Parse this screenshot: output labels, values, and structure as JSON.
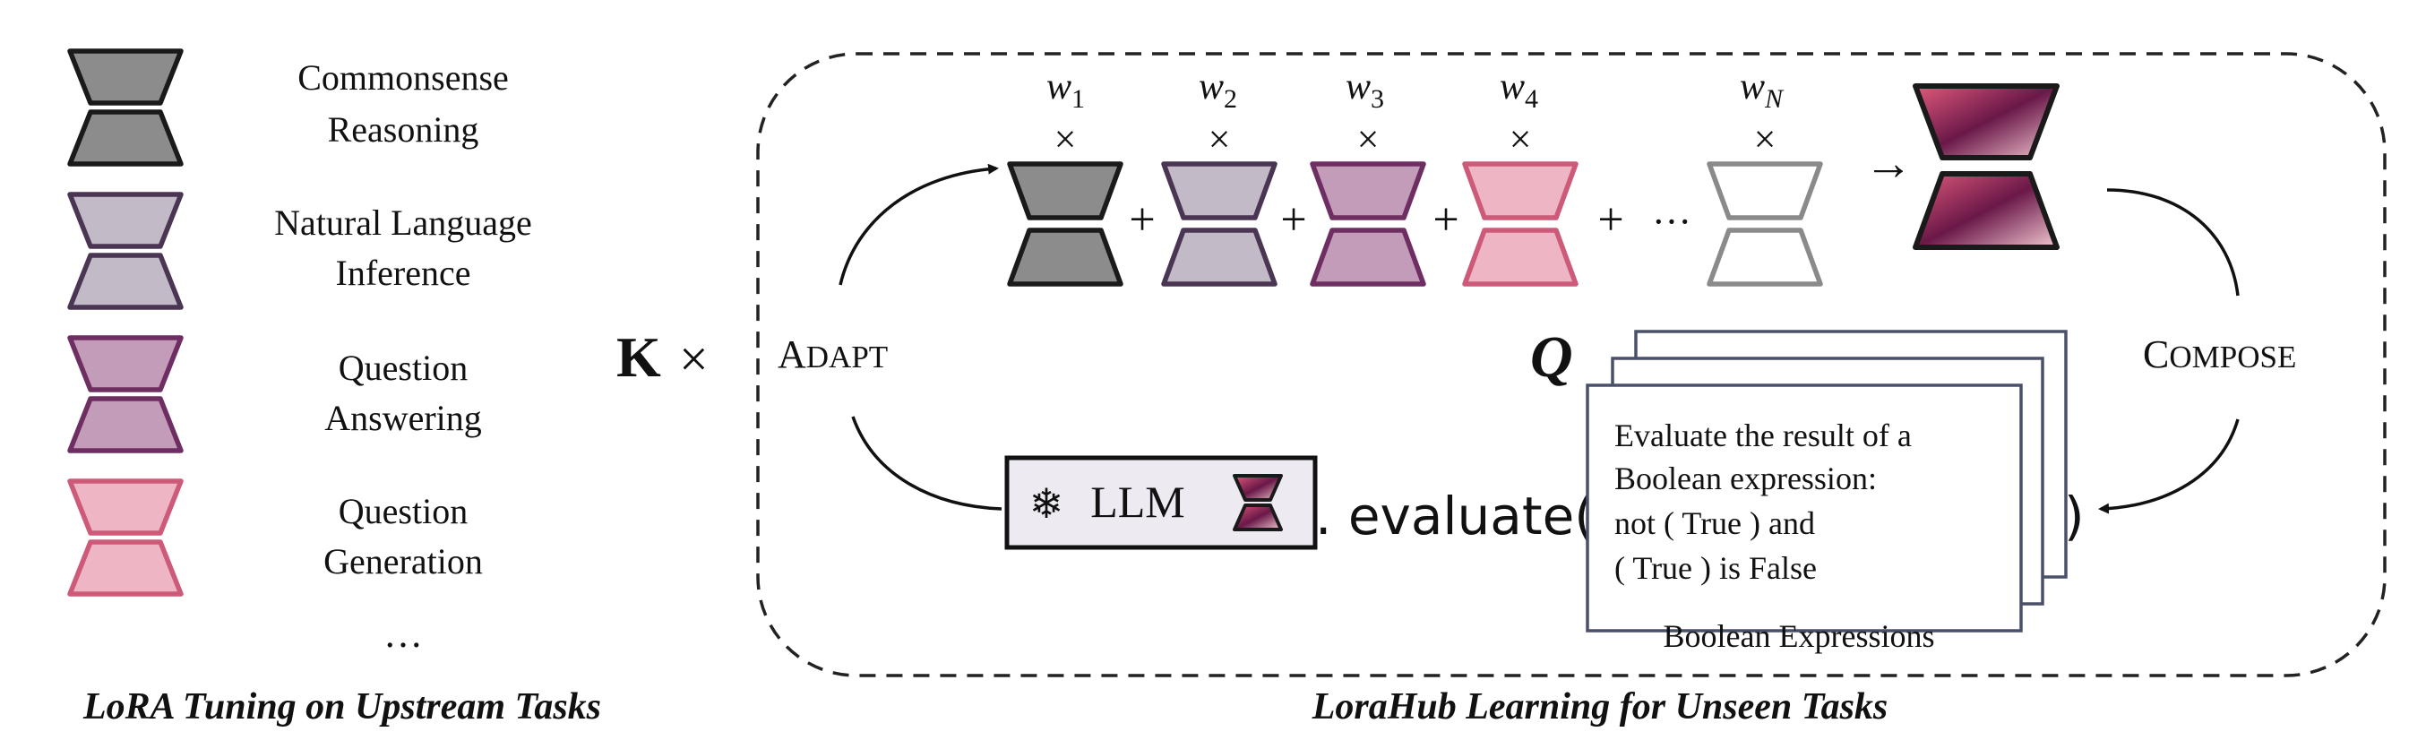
{
  "legend": {
    "items": [
      {
        "label_line1": "Commonsense",
        "label_line2": "Reasoning",
        "fill": "#8c8c8c",
        "stroke": "#1a1a1a"
      },
      {
        "label_line1": "Natural Language",
        "label_line2": "Inference",
        "fill": "#c3bac8",
        "stroke": "#4a3552"
      },
      {
        "label_line1": "Question",
        "label_line2": "Answering",
        "fill": "#c29cb8",
        "stroke": "#6e2e62"
      },
      {
        "label_line1": "Question",
        "label_line2": "Generation",
        "fill": "#eeb6c4",
        "stroke": "#cc5a78"
      }
    ],
    "ellipsis": "…",
    "caption": "LoRA Tuning on Upstream Tasks"
  },
  "multiplier": {
    "k": "K",
    "times": "×"
  },
  "hub": {
    "caption": "LoraHub Learning for Unseen Tasks",
    "adapt_label_big": "A",
    "adapt_label_small": "DAPT",
    "compose_label_big": "C",
    "compose_label_small": "OMPOSE",
    "weights": [
      {
        "base": "w",
        "sub": "1"
      },
      {
        "base": "w",
        "sub": "2"
      },
      {
        "base": "w",
        "sub": "3"
      },
      {
        "base": "w",
        "sub": "4"
      },
      {
        "base": "w",
        "sub": "N"
      }
    ],
    "times_symbol": "×",
    "plus_symbol": "+",
    "ellipsis": "···",
    "arrow": "→",
    "modules": [
      {
        "fill": "#8c8c8c",
        "stroke": "#1a1a1a"
      },
      {
        "fill": "#c3bac8",
        "stroke": "#4a3552"
      },
      {
        "fill": "#c29cb8",
        "stroke": "#6e2e62"
      },
      {
        "fill": "#eeb6c4",
        "stroke": "#cc5a78"
      },
      {
        "fill": "#ffffff",
        "stroke": "#8a8a8a"
      }
    ],
    "composed_colors": [
      "#e05a7a",
      "#6a1848",
      "#f2c8d2"
    ],
    "composed_stroke": "#1a1a1a"
  },
  "evaluate": {
    "snowflake": "❄",
    "llm_label": "LLM",
    "call_text": ". evaluate(",
    "close_paren": ")",
    "q_label": "Q",
    "card_lines": [
      "Evaluate the result of a",
      "Boolean expression:",
      "not ( True ) and",
      "( True ) is False"
    ],
    "card_caption": "Boolean Expressions",
    "card_border": "#4a5068"
  }
}
